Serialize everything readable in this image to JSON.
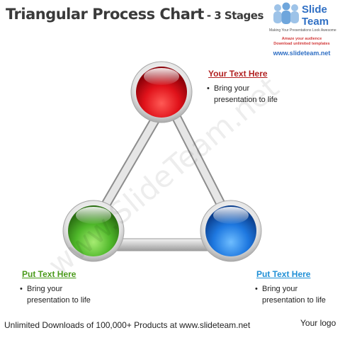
{
  "title": "Triangular Process Chart",
  "subtitle": "- 3 Stages",
  "brand": {
    "name_line1": "Slide",
    "name_line2": "Team",
    "tagline": "Making Your Presentations Look Awesome",
    "line1": "Amaze your audience",
    "line2": "Download unlimited templates",
    "url": "www.slideteam.net"
  },
  "stages": [
    {
      "color": "#e0121a",
      "heading": "Your Text Here",
      "heading_color": "#b22222",
      "bullet": "Bring your presentation to life",
      "bullet_line1": "Bring your",
      "bullet_line2": "presentation to life"
    },
    {
      "color": "#4fb82a",
      "heading": "Put Text Here",
      "heading_color": "#4a9a1a",
      "bullet": "Bring your presentation to life",
      "bullet_line1": "Bring your",
      "bullet_line2": "presentation to life"
    },
    {
      "color": "#1e78e0",
      "heading": "Put Text Here",
      "heading_color": "#1f8fd6",
      "bullet": "Bring your presentation to life",
      "bullet_line1": "Bring your",
      "bullet_line2": "presentation to life"
    }
  ],
  "watermark": "www.SlideTeam.net",
  "footer": "Unlimited Downloads of 100,000+ Products at www.slideteam.net",
  "logo": "Your logo"
}
